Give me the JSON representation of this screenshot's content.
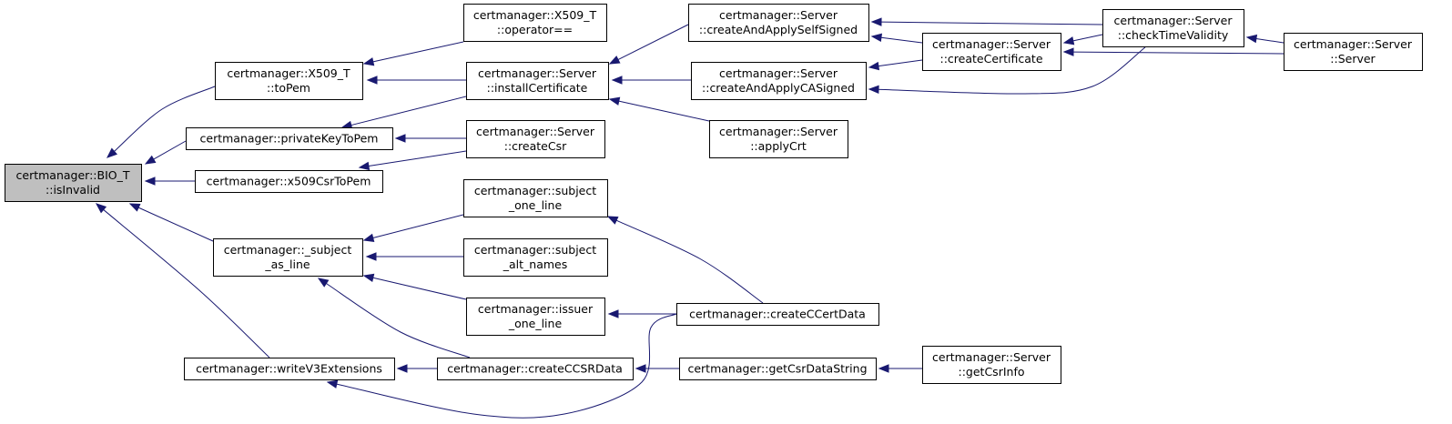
{
  "diagram": {
    "type": "call-graph",
    "colors": {
      "edge": "#191970",
      "focus_fill": "#bfbfbf",
      "node_fill": "#ffffff",
      "border": "#000000"
    },
    "nodes": [
      {
        "id": "bio_isinvalid",
        "lines": [
          "certmanager::BIO_T",
          "::isInvalid"
        ],
        "focus": true
      },
      {
        "id": "x509_topem",
        "lines": [
          "certmanager::X509_T",
          "::toPem"
        ]
      },
      {
        "id": "privatekeytopem",
        "lines": [
          "certmanager::privateKeyToPem"
        ]
      },
      {
        "id": "x509csrtopem",
        "lines": [
          "certmanager::x509CsrToPem"
        ]
      },
      {
        "id": "subject_as_line",
        "lines": [
          "certmanager::_subject",
          "_as_line"
        ]
      },
      {
        "id": "writev3extensions",
        "lines": [
          "certmanager::writeV3Extensions"
        ]
      },
      {
        "id": "x509_operator_eq",
        "lines": [
          "certmanager::X509_T",
          "::operator=="
        ]
      },
      {
        "id": "installcertificate",
        "lines": [
          "certmanager::Server",
          "::installCertificate"
        ]
      },
      {
        "id": "createcsr",
        "lines": [
          "certmanager::Server",
          "::createCsr"
        ]
      },
      {
        "id": "subject_one_line",
        "lines": [
          "certmanager::subject",
          "_one_line"
        ]
      },
      {
        "id": "subject_alt_names",
        "lines": [
          "certmanager::subject",
          "_alt_names"
        ]
      },
      {
        "id": "issuer_one_line",
        "lines": [
          "certmanager::issuer",
          "_one_line"
        ]
      },
      {
        "id": "createccsrdata",
        "lines": [
          "certmanager::createCCSRData"
        ]
      },
      {
        "id": "createandapplyselfsigned",
        "lines": [
          "certmanager::Server",
          "::createAndApplySelfSigned"
        ]
      },
      {
        "id": "createandapplycasigned",
        "lines": [
          "certmanager::Server",
          "::createAndApplyCASigned"
        ]
      },
      {
        "id": "applycrt",
        "lines": [
          "certmanager::Server",
          "::applyCrt"
        ]
      },
      {
        "id": "createccertdata",
        "lines": [
          "certmanager::createCCertData"
        ]
      },
      {
        "id": "getcsrdatastring",
        "lines": [
          "certmanager::getCsrDataString"
        ]
      },
      {
        "id": "createcertificate",
        "lines": [
          "certmanager::Server",
          "::createCertificate"
        ]
      },
      {
        "id": "checktimevalidity",
        "lines": [
          "certmanager::Server",
          "::checkTimeValidity"
        ]
      },
      {
        "id": "getcsrinfo",
        "lines": [
          "certmanager::Server",
          "::getCsrInfo"
        ]
      },
      {
        "id": "server_ctor",
        "lines": [
          "certmanager::Server",
          "::Server"
        ]
      }
    ],
    "edges": [
      {
        "from": "x509_topem",
        "to": "bio_isinvalid"
      },
      {
        "from": "privatekeytopem",
        "to": "bio_isinvalid"
      },
      {
        "from": "x509csrtopem",
        "to": "bio_isinvalid"
      },
      {
        "from": "subject_as_line",
        "to": "bio_isinvalid"
      },
      {
        "from": "writev3extensions",
        "to": "bio_isinvalid"
      },
      {
        "from": "x509_operator_eq",
        "to": "x509_topem"
      },
      {
        "from": "installcertificate",
        "to": "x509_topem"
      },
      {
        "from": "installcertificate",
        "to": "privatekeytopem"
      },
      {
        "from": "createcsr",
        "to": "privatekeytopem"
      },
      {
        "from": "createcsr",
        "to": "x509csrtopem"
      },
      {
        "from": "subject_one_line",
        "to": "subject_as_line"
      },
      {
        "from": "subject_alt_names",
        "to": "subject_as_line"
      },
      {
        "from": "issuer_one_line",
        "to": "subject_as_line"
      },
      {
        "from": "createccsrdata",
        "to": "subject_as_line"
      },
      {
        "from": "createccsrdata",
        "to": "writev3extensions"
      },
      {
        "from": "createccertdata",
        "to": "writev3extensions"
      },
      {
        "from": "createandapplyselfsigned",
        "to": "installcertificate"
      },
      {
        "from": "createandapplycasigned",
        "to": "installcertificate"
      },
      {
        "from": "applycrt",
        "to": "installcertificate"
      },
      {
        "from": "createccertdata",
        "to": "subject_one_line"
      },
      {
        "from": "createccertdata",
        "to": "issuer_one_line"
      },
      {
        "from": "getcsrdatastring",
        "to": "createccsrdata"
      },
      {
        "from": "checktimevalidity",
        "to": "createandapplyselfsigned"
      },
      {
        "from": "createcertificate",
        "to": "createandapplyselfsigned"
      },
      {
        "from": "createcertificate",
        "to": "createandapplycasigned"
      },
      {
        "from": "checktimevalidity",
        "to": "createandapplycasigned"
      },
      {
        "from": "getcsrinfo",
        "to": "getcsrdatastring"
      },
      {
        "from": "checktimevalidity",
        "to": "createcertificate"
      },
      {
        "from": "server_ctor",
        "to": "createcertificate"
      },
      {
        "from": "server_ctor",
        "to": "checktimevalidity"
      }
    ]
  }
}
